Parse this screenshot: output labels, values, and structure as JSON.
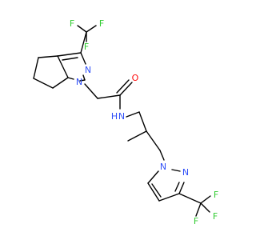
{
  "molecule": {
    "colors": {
      "bond": "#000000",
      "F": "#33cc33",
      "N": "#3050f8",
      "O": "#ff0d0d",
      "background": "#ffffff"
    },
    "atom_labels": {
      "f1": "F",
      "f2": "F",
      "f3": "F",
      "n_pz1_top": "N",
      "n_pz1_bottom": "N",
      "o_carbonyl": "O",
      "n_amide": "N",
      "h_amide": "H",
      "n_pz2_a": "N",
      "n_pz2_b": "N",
      "f4": "F",
      "f5": "F",
      "f6": "F"
    }
  }
}
